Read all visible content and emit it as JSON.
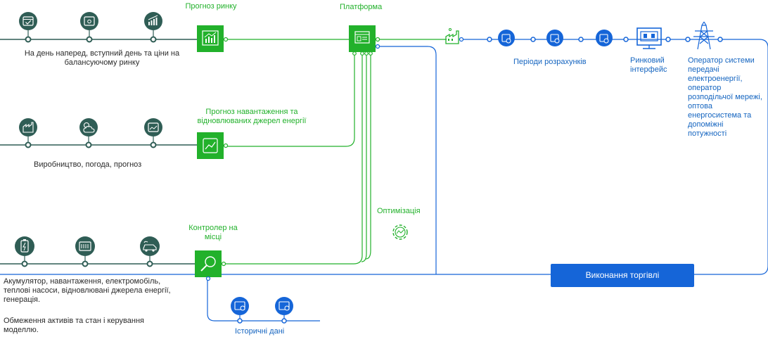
{
  "colors": {
    "green": "#22b12b",
    "blue": "#1565d8",
    "dark": "#2f5d55",
    "line_dark": "#2f5d55"
  },
  "row1": {
    "caption": "На день наперед, вступний день та ціни на балансуючому ринку",
    "icons": [
      "calendar-check-icon",
      "calendar-grid-icon",
      "bar-chart-trend-icon"
    ]
  },
  "row2": {
    "caption": "Виробництво, погода, прогноз",
    "icons": [
      "factory-icon",
      "sun-cloud-icon",
      "calendar-chart-icon"
    ]
  },
  "row3": {
    "caption1": "Акумулятор, навантаження, електромобіль, теплові насоси, відновлювані джерела енергії, генерація.",
    "caption2": "Обмеження активів та стан і керування моделлю.",
    "icons": [
      "battery-icon",
      "heat-pump-icon",
      "electric-car-icon"
    ]
  },
  "market_forecast": {
    "label": "Прогноз ринку"
  },
  "load_forecast": {
    "label": "Прогноз навантаження та відновлюваних джерел енергії"
  },
  "controller": {
    "label": "Контролер на місці"
  },
  "platform": {
    "label": "Платформа"
  },
  "optimization": {
    "label": "Оптимізація"
  },
  "settlement": {
    "label": "Періоди розрахунків"
  },
  "market_interface": {
    "label": "Ринковий інтерфейс"
  },
  "operator": {
    "label": "Оператор системи передачі електроенергії, оператор розподільчої мережі, оптова енергосистема та допоміжні потужності"
  },
  "trade": {
    "label": "Виконання торгівлі"
  },
  "history": {
    "label": "Історичні дані"
  }
}
